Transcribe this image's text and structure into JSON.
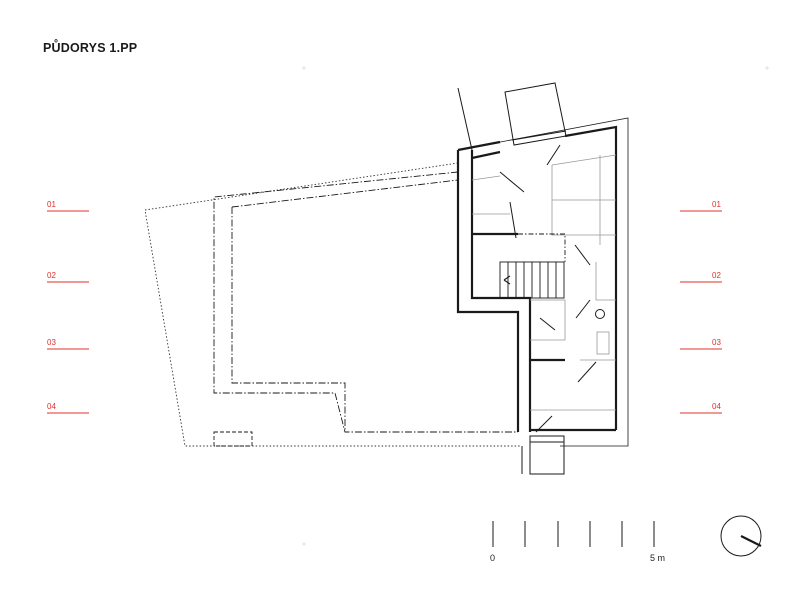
{
  "title": "PŮDORYS 1.PP",
  "section_markers": [
    "01",
    "02",
    "03",
    "04"
  ],
  "scale_bar": {
    "start_label": "0",
    "end_label": "5 m"
  },
  "colors": {
    "axis": "#e0302a",
    "wall": "#1a1a1a",
    "thin": "#999999"
  },
  "icons": {
    "north": "north-arrow-icon"
  }
}
